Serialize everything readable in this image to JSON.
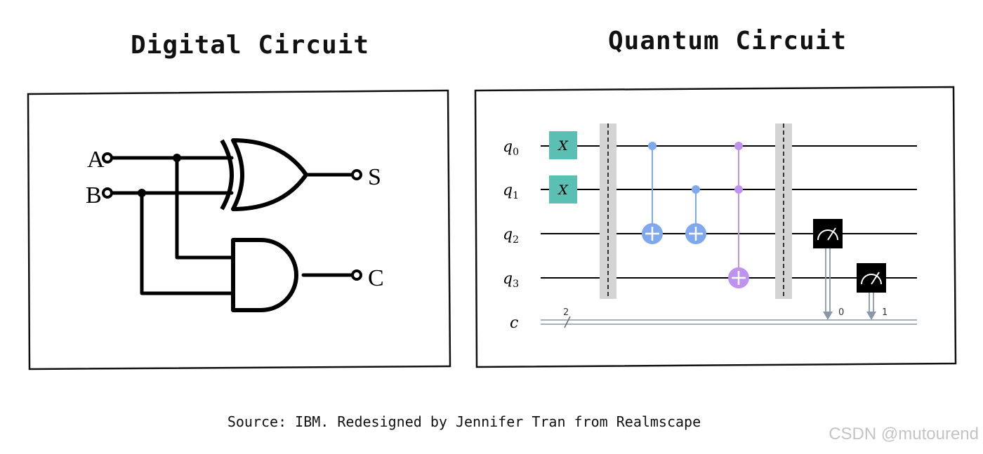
{
  "titles": {
    "digital": "Digital Circuit",
    "quantum": "Quantum Circuit"
  },
  "digital_circuit": {
    "inputs": [
      "A",
      "B"
    ],
    "outputs": [
      "S",
      "C"
    ],
    "gates": [
      "xor-gate",
      "and-gate"
    ]
  },
  "quantum_circuit": {
    "qubits": [
      {
        "base": "q",
        "sub": "0"
      },
      {
        "base": "q",
        "sub": "1"
      },
      {
        "base": "q",
        "sub": "2"
      },
      {
        "base": "q",
        "sub": "3"
      }
    ],
    "classical": {
      "label": "c",
      "width": "2"
    },
    "x_gate_label": "X",
    "measure_bits": [
      "0",
      "1"
    ],
    "colors": {
      "x_gate": "#5bbfb3",
      "cnot": "#7fa8ee",
      "toffoli": "#be92ee",
      "barrier": "#d4d4d4",
      "classical_wire": "#8a97a6",
      "measure": "#000000"
    }
  },
  "caption": "Source: IBM. Redesigned by Jennifer Tran from Realmscape",
  "watermark": "CSDN @mutourend"
}
